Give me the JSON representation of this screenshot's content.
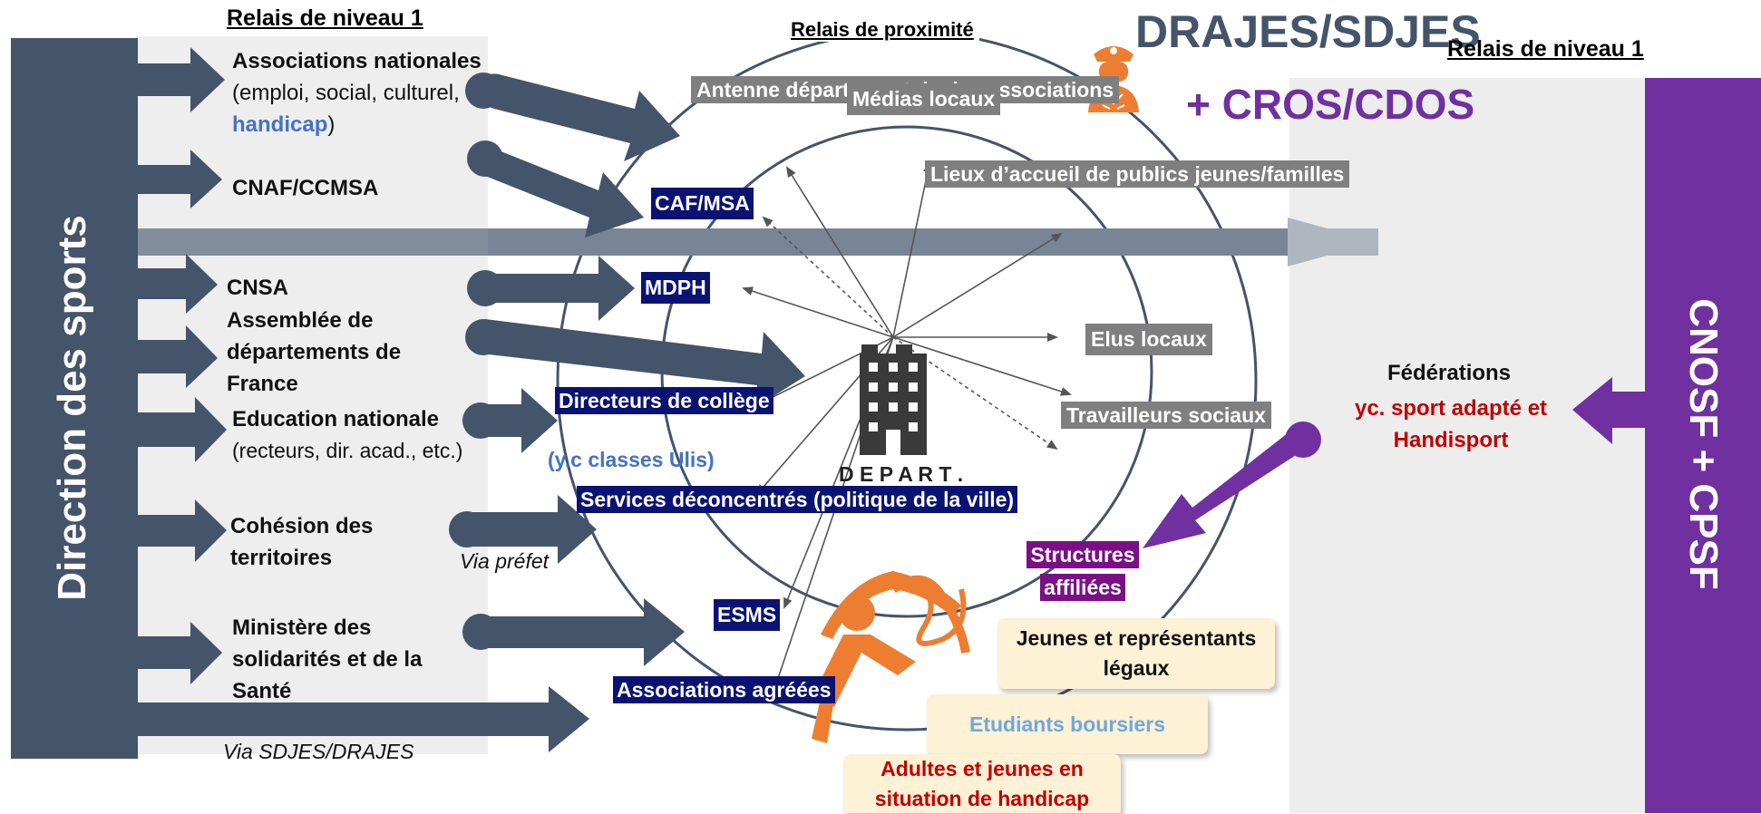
{
  "left": {
    "header": "Relais de niveau 1",
    "vertical_title": "Direction des sports",
    "assoc_title": "Associations nationales",
    "assoc_paren_open": "(emploi, social, culturel,",
    "assoc_handicap": "handicap",
    "assoc_paren_close": ")",
    "cnaf": "CNAF/CCMSA",
    "cnsa": "CNSA",
    "adf": "Assemblée de départements de France",
    "education": "Education nationale",
    "education_sub": "(recteurs, dir. acad., etc.)",
    "cohesion": "Cohésion des territoires",
    "via_prefet": "Via préfet",
    "ministere": "Ministère des solidarités et de la Santé",
    "via_sdjes": "Via SDJES/DRAJES"
  },
  "center": {
    "proximite_header": "Relais de proximité",
    "antenne": "Antenne départementale des associations",
    "medias": "Médias locaux",
    "lieux": "Lieux d’accueil de publics jeunes/familles",
    "caf": "CAF/MSA",
    "mdph": "MDPH",
    "elus": "Elus locaux",
    "directeurs": "Directeurs de collège",
    "ulis": "(y.c classes Ulis)",
    "travailleurs": "Travailleurs sociaux",
    "services": "Services déconcentrés (politique de la ville)",
    "depart": "D E P A R T .",
    "esms": "ESMS",
    "assoc_agreees": "Associations agréées",
    "structures": "Structures affiliées"
  },
  "right": {
    "drajes": "DRAJES/SDJES",
    "cros": "+ CROS/CDOS",
    "header": "Relais de niveau 1",
    "federations": "Fédérations",
    "sport_adapte": "yc. sport adapté et Handisport",
    "vertical_title": "CNOSF + CPSF"
  },
  "publics": {
    "jeunes": "Jeunes et représentants légaux",
    "etudiants": "Etudiants boursiers",
    "adultes": "Adultes et jeunes en situation de handicap"
  },
  "colors": {
    "slate": "#44546a",
    "light_grey": "#eeeeee",
    "purple": "#7030a0",
    "navy": "#0a1372",
    "grey_box": "#7f7f7f",
    "orange": "#ed7d31",
    "red_text": "#c00000",
    "blue_text": "#4472C4",
    "card": "#fdf1d6"
  },
  "icons": [
    "police-officer-icon",
    "office-building-icon",
    "ribbon-gymnast-icon"
  ]
}
